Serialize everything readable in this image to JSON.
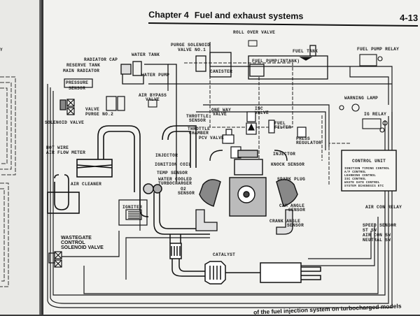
{
  "left_page": {
    "fragment": "Y"
  },
  "header": {
    "chapter": "Chapter 4",
    "title": "Fuel and exhaust systems",
    "page_number": "4-13"
  },
  "diagram": {
    "labels": {
      "roll_over_valve": "ROLL OVER VALVE",
      "purge_solenoid_1a": "PURGE SOLENOID",
      "purge_solenoid_1b": "VALVE NO.1",
      "water_tank": "WATER TANK",
      "radiator_cap": "RADIATOR CAP",
      "reserve_tank": "RESERVE TANK",
      "main_radiator": "MAIN RADIATOR",
      "water_pump": "WATER PUMP",
      "canister": "CANISTER",
      "fuel_tank": "FUEL TANK",
      "fuel_pump": "FUEL PUMP(INTANK)",
      "fuel_pump_relay": "FUEL PUMP RELAY",
      "pressure_sensor_a": "PRESSURE",
      "pressure_sensor_b": "SENSOR",
      "air_bypass_a": "AIR BYPASS",
      "air_bypass_b": "VALVE",
      "valve_purge_a": "VALVE",
      "valve_purge_b": "PURGE NO.2",
      "solenoid_valve": "SOLENOID VALVE",
      "one_way_a": "ONE WAY",
      "one_way_b": "VALVE",
      "isc_a": "ISC",
      "isc_b": "VALVE",
      "throttle_sensor_a": "THROTTLE",
      "throttle_sensor_b": "SENSOR",
      "throttle_chamber_a": "THROTTLE",
      "throttle_chamber_b": "CHAMBER",
      "pcv_valve": "PCV VALVE",
      "fuel_filter_a": "FUEL",
      "fuel_filter_b": "FILTER",
      "press_reg_a": "PRESS",
      "press_reg_b": "REGULATOR",
      "warning_lamp": "WARNING LAMP",
      "ig_relay": "IG RELAY",
      "hot_wire_a": "HOT WIRE",
      "hot_wire_b": "AIR FLOW METER",
      "air_cleaner": "AIR CLEANER",
      "injector_left": "INJECTOR",
      "injector_right": "INJECTOR",
      "ignition_coil": "IGNITION COIL",
      "knock_sensor": "KNOCK SENSOR",
      "temp_sensor": "TEMP SENSOR",
      "turbo_a": "WATER COOLED",
      "turbo_b": "TURBOCHARGER",
      "o2_a": "O2",
      "o2_b": "SENSOR",
      "spark_plug": "SPARK PLUG",
      "igniter": "IGNITER",
      "cam_angle_a": "CAM ANGLE",
      "cam_angle_b": "SENSOR",
      "crank_angle_a": "CRANK ANGLE",
      "crank_angle_b": "SENSOR",
      "wastegate_a": "WASTEGATE",
      "wastegate_b": "CONTROL",
      "wastegate_c": "SOLENOID VALVE",
      "catalyst": "CATALYST",
      "air_con_relay": "AIR CON RELAY",
      "speed_sensor": "SPEED SENSOR",
      "st_sw": "ST SW",
      "air_con_sw": "AIR CON SW",
      "neutral_sw": "NEUTRAL SW"
    },
    "control_unit": {
      "title": "CONTROL UNIT",
      "functions": [
        "IGNITION TIMING CONTROL",
        "A/F CONTROL",
        "LEARNING CONTROL",
        "ISC CONTROL",
        "WASTE GATE CONTROL",
        "SYSTEM DIAGNOSIS ETC"
      ]
    }
  },
  "caption": "of the fuel injection system on turbocharged models"
}
